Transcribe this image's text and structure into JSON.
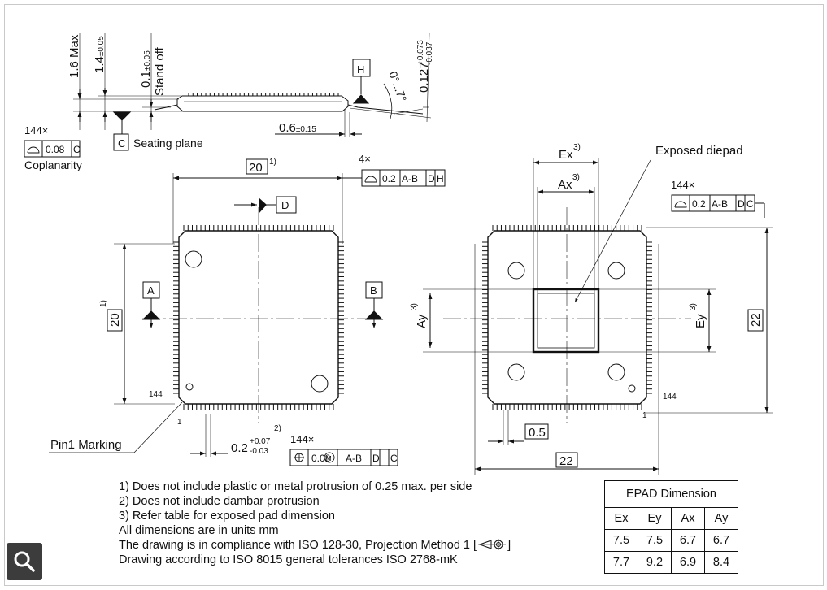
{
  "side_view": {
    "h_max": "1.6 Max",
    "h_body": "1.4",
    "h_body_tol": "±0.05",
    "standoff": "0.1",
    "standoff_tol": "±0.05",
    "standoff_label": "Stand off",
    "datum_h": "H",
    "angle": "0°...7°",
    "lead_thk": "0.127",
    "lead_thk_tol_upper": "+0.073",
    "lead_thk_tol_lower": "-0.037",
    "foot_len": "0.6",
    "foot_len_tol": "±0.15",
    "datum_c": "C",
    "seating_plane": "Seating plane",
    "coplan_count": "144×",
    "coplan_value": "0.08",
    "coplan_datum": "C",
    "coplan_label": "Coplanarity"
  },
  "top_view": {
    "body_w": "20",
    "note1": "1)",
    "prof_count": "4×",
    "prof_value": "0.2",
    "prof_datum1": "A-B",
    "prof_datum2": "D",
    "prof_datum3": "H",
    "datum_d": "D",
    "datum_a": "A",
    "datum_b": "B",
    "body_h": "20",
    "pin144": "144",
    "pin1": "1",
    "pin1_marking": "Pin1 Marking",
    "lead_w": "0.2",
    "lead_w_tol_upper": "+0.07",
    "lead_w_tol_lower": "-0.03",
    "note2": "2)",
    "pos_count": "144×",
    "pos_value": "0.08",
    "pos_mod": "M",
    "pos_datum1": "A-B",
    "pos_datum2": "D",
    "pos_datum3": "C"
  },
  "bottom_view": {
    "ex": "Ex",
    "ax": "Ax",
    "ay": "Ay",
    "ey": "Ey",
    "note3": "3)",
    "exposed_diepad": "Exposed diepad",
    "prof_count": "144×",
    "prof_value": "0.2",
    "prof_datum1": "A-B",
    "prof_datum2": "D",
    "prof_datum3": "C",
    "span_v": "22",
    "span_h": "22",
    "pitch": "0.5",
    "pin144": "144",
    "pin1": "1"
  },
  "notes": [
    "1) Does not include plastic or metal protrusion of 0.25 max. per side",
    "2) Does not include dambar protrusion",
    "3) Refer table for exposed pad dimension",
    "All dimensions are in units mm",
    "The drawing is in compliance with ISO 128-30, Projection Method 1 [",
    "]",
    "Drawing according to ISO 8015 general tolerances ISO 2768-mK"
  ],
  "epad_table": {
    "caption": "EPAD Dimension",
    "headers": [
      "Ex",
      "Ey",
      "Ax",
      "Ay"
    ],
    "rows": [
      [
        "7.5",
        "7.5",
        "6.7",
        "6.7"
      ],
      [
        "7.7",
        "9.2",
        "6.9",
        "8.4"
      ]
    ]
  },
  "icons": {
    "zoom": "magnifier-icon",
    "projection": "projection-method-icon"
  }
}
